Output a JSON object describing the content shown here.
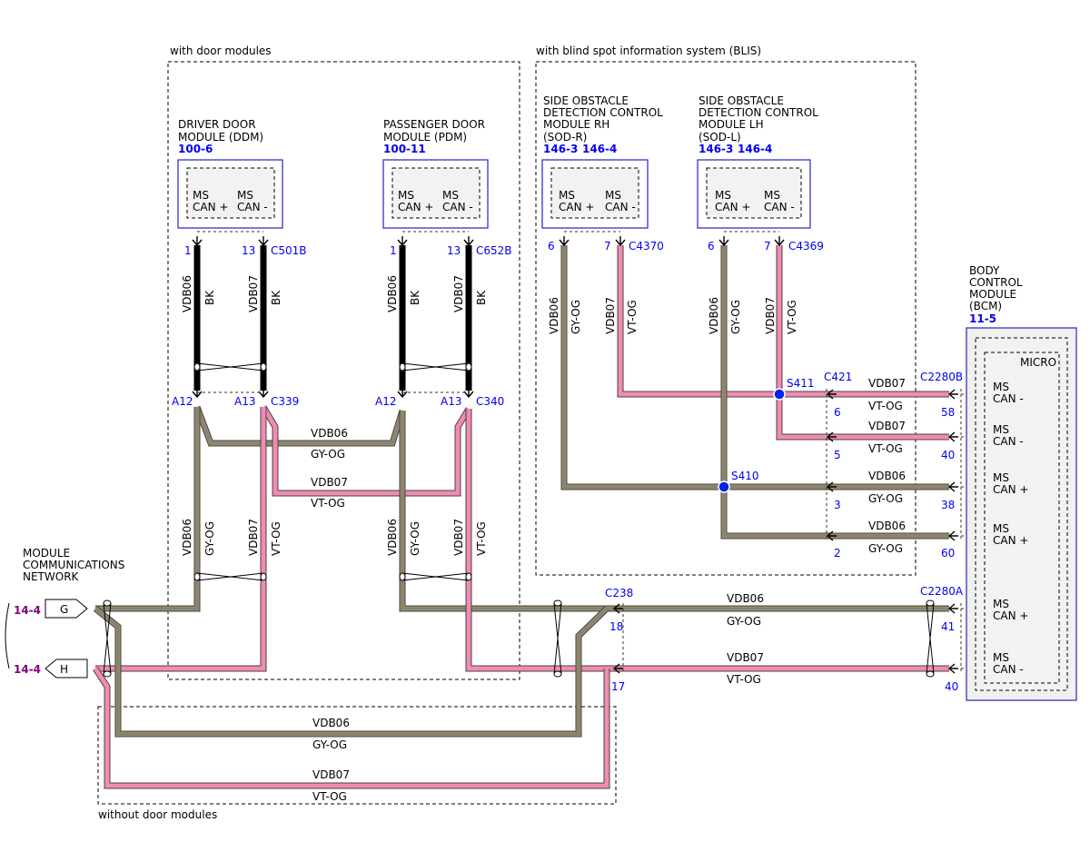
{
  "groups": {
    "door_modules": "with door modules",
    "blis": "with blind spot information system (BLIS)",
    "no_door_modules": "without door modules"
  },
  "modules": {
    "ddm": {
      "l1": "DRIVER DOOR",
      "l2": "MODULE (DDM)",
      "ref": "100-6",
      "p1": "MS",
      "p1b": "CAN +",
      "p2": "MS",
      "p2b": "CAN -",
      "pin1": "1",
      "pin2": "13",
      "conn": "C501B"
    },
    "pdm": {
      "l1": "PASSENGER DOOR",
      "l2": "MODULE (PDM)",
      "ref": "100-11",
      "p1": "MS",
      "p1b": "CAN +",
      "p2": "MS",
      "p2b": "CAN -",
      "pin1": "1",
      "pin2": "13",
      "conn": "C652B"
    },
    "sodr": {
      "l1": "SIDE OBSTACLE",
      "l2": "DETECTION CONTROL",
      "l3": "MODULE RH",
      "l4": "(SOD-R)",
      "ref1": "146-3",
      "ref2": "146-4",
      "p1": "MS",
      "p1b": "CAN +",
      "p2": "MS",
      "p2b": "CAN -",
      "pin1": "6",
      "pin2": "7",
      "conn": "C4370"
    },
    "sodl": {
      "l1": "SIDE OBSTACLE",
      "l2": "DETECTION CONTROL",
      "l3": "MODULE LH",
      "l4": "(SOD-L)",
      "ref1": "146-3",
      "ref2": "146-4",
      "p1": "MS",
      "p1b": "CAN +",
      "p2": "MS",
      "p2b": "CAN -",
      "pin1": "6",
      "pin2": "7",
      "conn": "C4369"
    },
    "bcm": {
      "l1": "BODY",
      "l2": "CONTROL",
      "l3": "MODULE",
      "l4": "(BCM)",
      "ref": "11-5",
      "micro": "MICRO",
      "pins": [
        {
          "a": "MS",
          "b": "CAN -"
        },
        {
          "a": "MS",
          "b": "CAN -"
        },
        {
          "a": "MS",
          "b": "CAN +"
        },
        {
          "a": "MS",
          "b": "CAN +"
        },
        {
          "a": "MS",
          "b": "CAN +"
        },
        {
          "a": "MS",
          "b": "CAN -"
        }
      ]
    }
  },
  "network": {
    "l1": "MODULE",
    "l2": "COMMUNICATIONS",
    "l3": "NETWORK",
    "ref_g": "14-4",
    "ref_h": "14-4",
    "g": "G",
    "h": "H"
  },
  "connectors": {
    "c339": "C339",
    "c340": "C340",
    "c421": "C421",
    "c2280b": "C2280B",
    "c2280a": "C2280A",
    "c238": "C238",
    "a12": "A12",
    "a13": "A13"
  },
  "splices": {
    "s411": "S411",
    "s410": "S410"
  },
  "pins": {
    "c421": [
      "6",
      "5",
      "3",
      "2"
    ],
    "c2280b": [
      "58",
      "40",
      "38",
      "60"
    ],
    "c238": [
      "18",
      "17"
    ],
    "c2280a": [
      "41",
      "40"
    ]
  },
  "wires": {
    "vdb06": "VDB06",
    "vdb07": "VDB07",
    "bk": "BK",
    "gyog": "GY-OG",
    "vtog": "VT-OG"
  },
  "colors": {
    "gyog": "#9a8a5e",
    "vtog": "#f08cb4",
    "bk": "#000000",
    "splice": "#0022ee",
    "ref": "#0000ee",
    "netref": "#800080"
  }
}
